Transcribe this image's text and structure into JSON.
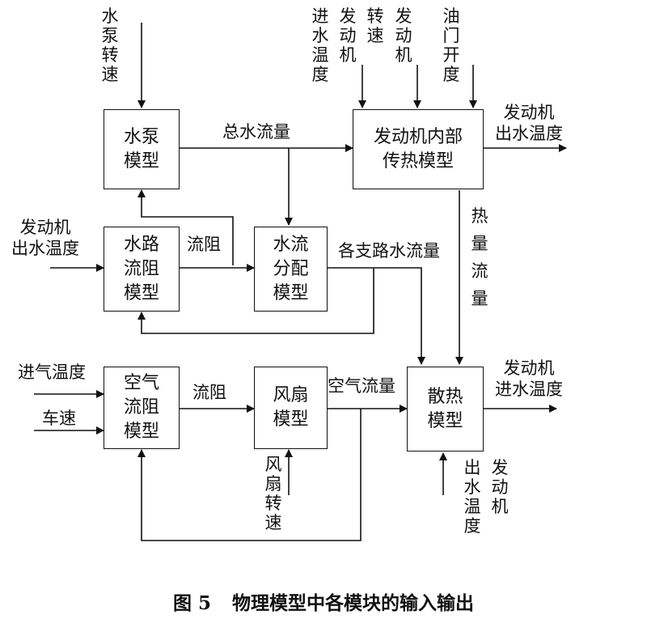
{
  "blocks": {
    "pump": "水泵\n模型",
    "engine": "发动机内部\n传热模型",
    "resistance": "水路\n流阻\n模型",
    "distribution": "水流\n分配\n模型",
    "air_resistance": "空气\n流阻\n模型",
    "fan": "风扇\n模型",
    "radiator": "散热\n模型"
  },
  "labels": {
    "pump_speed": "水泵转速",
    "engine_inlet_temp": "进水温度",
    "engine_in": "发动机",
    "rotation_speed": "转速",
    "engine_in2": "发动机",
    "throttle": "油门开度",
    "engine_outlet_temp": "发动机\n出水温度",
    "total_flow": "总水流量",
    "heat_flow": "热量流量",
    "resistance_input": "发动机\n出水温度",
    "flow_resistance": "流阻",
    "branch_flow": "各支路水流量",
    "intake_temp": "进气温度",
    "vehicle_speed": "车速",
    "air_resistance_out": "流阻",
    "air_flow": "空气流量",
    "radiator_out": "发动机\n进水温度",
    "fan_speed": "风扇转速",
    "radiator_in_a": "出水温度",
    "radiator_in_b": "发动机"
  },
  "caption": {
    "figure": "图 5",
    "title": "物理模型中各模块的输入输出"
  }
}
